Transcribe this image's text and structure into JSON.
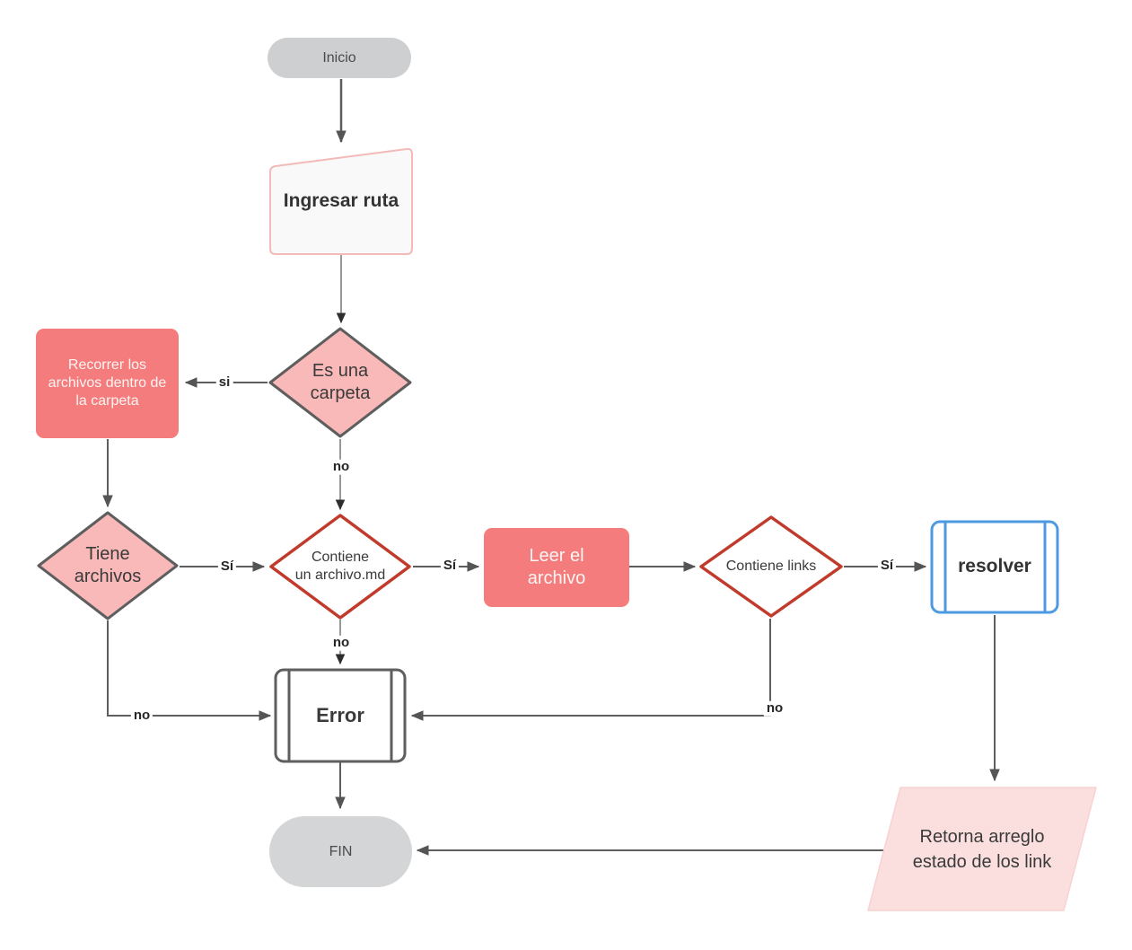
{
  "diagram": {
    "type": "flowchart",
    "language": "es",
    "nodes": {
      "inicio": {
        "label": "Inicio",
        "shape": "terminator"
      },
      "ingresar_ruta": {
        "label": "Ingresar ruta",
        "shape": "manual-input"
      },
      "es_una_carpeta": {
        "label": "Es una\ncarpeta",
        "shape": "decision"
      },
      "recorrer_archivos": {
        "label": "Recorrer los\narchivos dentro de\nla carpeta",
        "shape": "process"
      },
      "tiene_archivos": {
        "label": "Tiene\narchivos",
        "shape": "decision"
      },
      "contiene_archivo_md": {
        "label": "Contiene\nun archivo.md",
        "shape": "decision"
      },
      "leer_archivo": {
        "label": "Leer el\narchivo",
        "shape": "process"
      },
      "contiene_links": {
        "label": "Contiene links",
        "shape": "decision"
      },
      "resolver": {
        "label": "resolver",
        "shape": "predefined-process"
      },
      "error": {
        "label": "Error",
        "shape": "predefined-process"
      },
      "fin": {
        "label": "FIN",
        "shape": "terminator"
      },
      "retorna_arreglo": {
        "label": "Retorna arreglo\nestado de los link",
        "shape": "data-parallelogram"
      }
    },
    "edges": [
      {
        "from": "inicio",
        "to": "ingresar_ruta",
        "label": ""
      },
      {
        "from": "ingresar_ruta",
        "to": "es_una_carpeta",
        "label": ""
      },
      {
        "from": "es_una_carpeta",
        "to": "recorrer_archivos",
        "label": "si"
      },
      {
        "from": "es_una_carpeta",
        "to": "contiene_archivo_md",
        "label": "no"
      },
      {
        "from": "recorrer_archivos",
        "to": "tiene_archivos",
        "label": ""
      },
      {
        "from": "tiene_archivos",
        "to": "contiene_archivo_md",
        "label": "Sí"
      },
      {
        "from": "contiene_archivo_md",
        "to": "leer_archivo",
        "label": "Sí"
      },
      {
        "from": "leer_archivo",
        "to": "contiene_links",
        "label": ""
      },
      {
        "from": "contiene_links",
        "to": "resolver",
        "label": "Sí"
      },
      {
        "from": "contiene_archivo_md",
        "to": "error",
        "label": "no"
      },
      {
        "from": "tiene_archivos",
        "to": "error",
        "label": "no"
      },
      {
        "from": "contiene_links",
        "to": "error",
        "label": "no"
      },
      {
        "from": "error",
        "to": "fin",
        "label": ""
      },
      {
        "from": "resolver",
        "to": "retorna_arreglo",
        "label": ""
      },
      {
        "from": "retorna_arreglo",
        "to": "fin",
        "label": ""
      }
    ],
    "colors": {
      "line_gray": "#5E5E5E",
      "arrowhead": "#555555",
      "terminator_fill": "#CDCFD0",
      "process_red_fill": "#F47C7C",
      "diamond_pink_fill": "#F9B9B9",
      "diamond_gray_border": "#5E5E5E",
      "diamond_red_border": "#C13B2D",
      "predefined_blue_border": "#4E9AE0",
      "manual_input_border": "#F4B9B9",
      "manual_input_fill": "#F9F9F9",
      "parallelogram_fill": "#FBDFDF",
      "text_dark": "#3A3A3A",
      "text_white": "#FDF4F4"
    }
  }
}
